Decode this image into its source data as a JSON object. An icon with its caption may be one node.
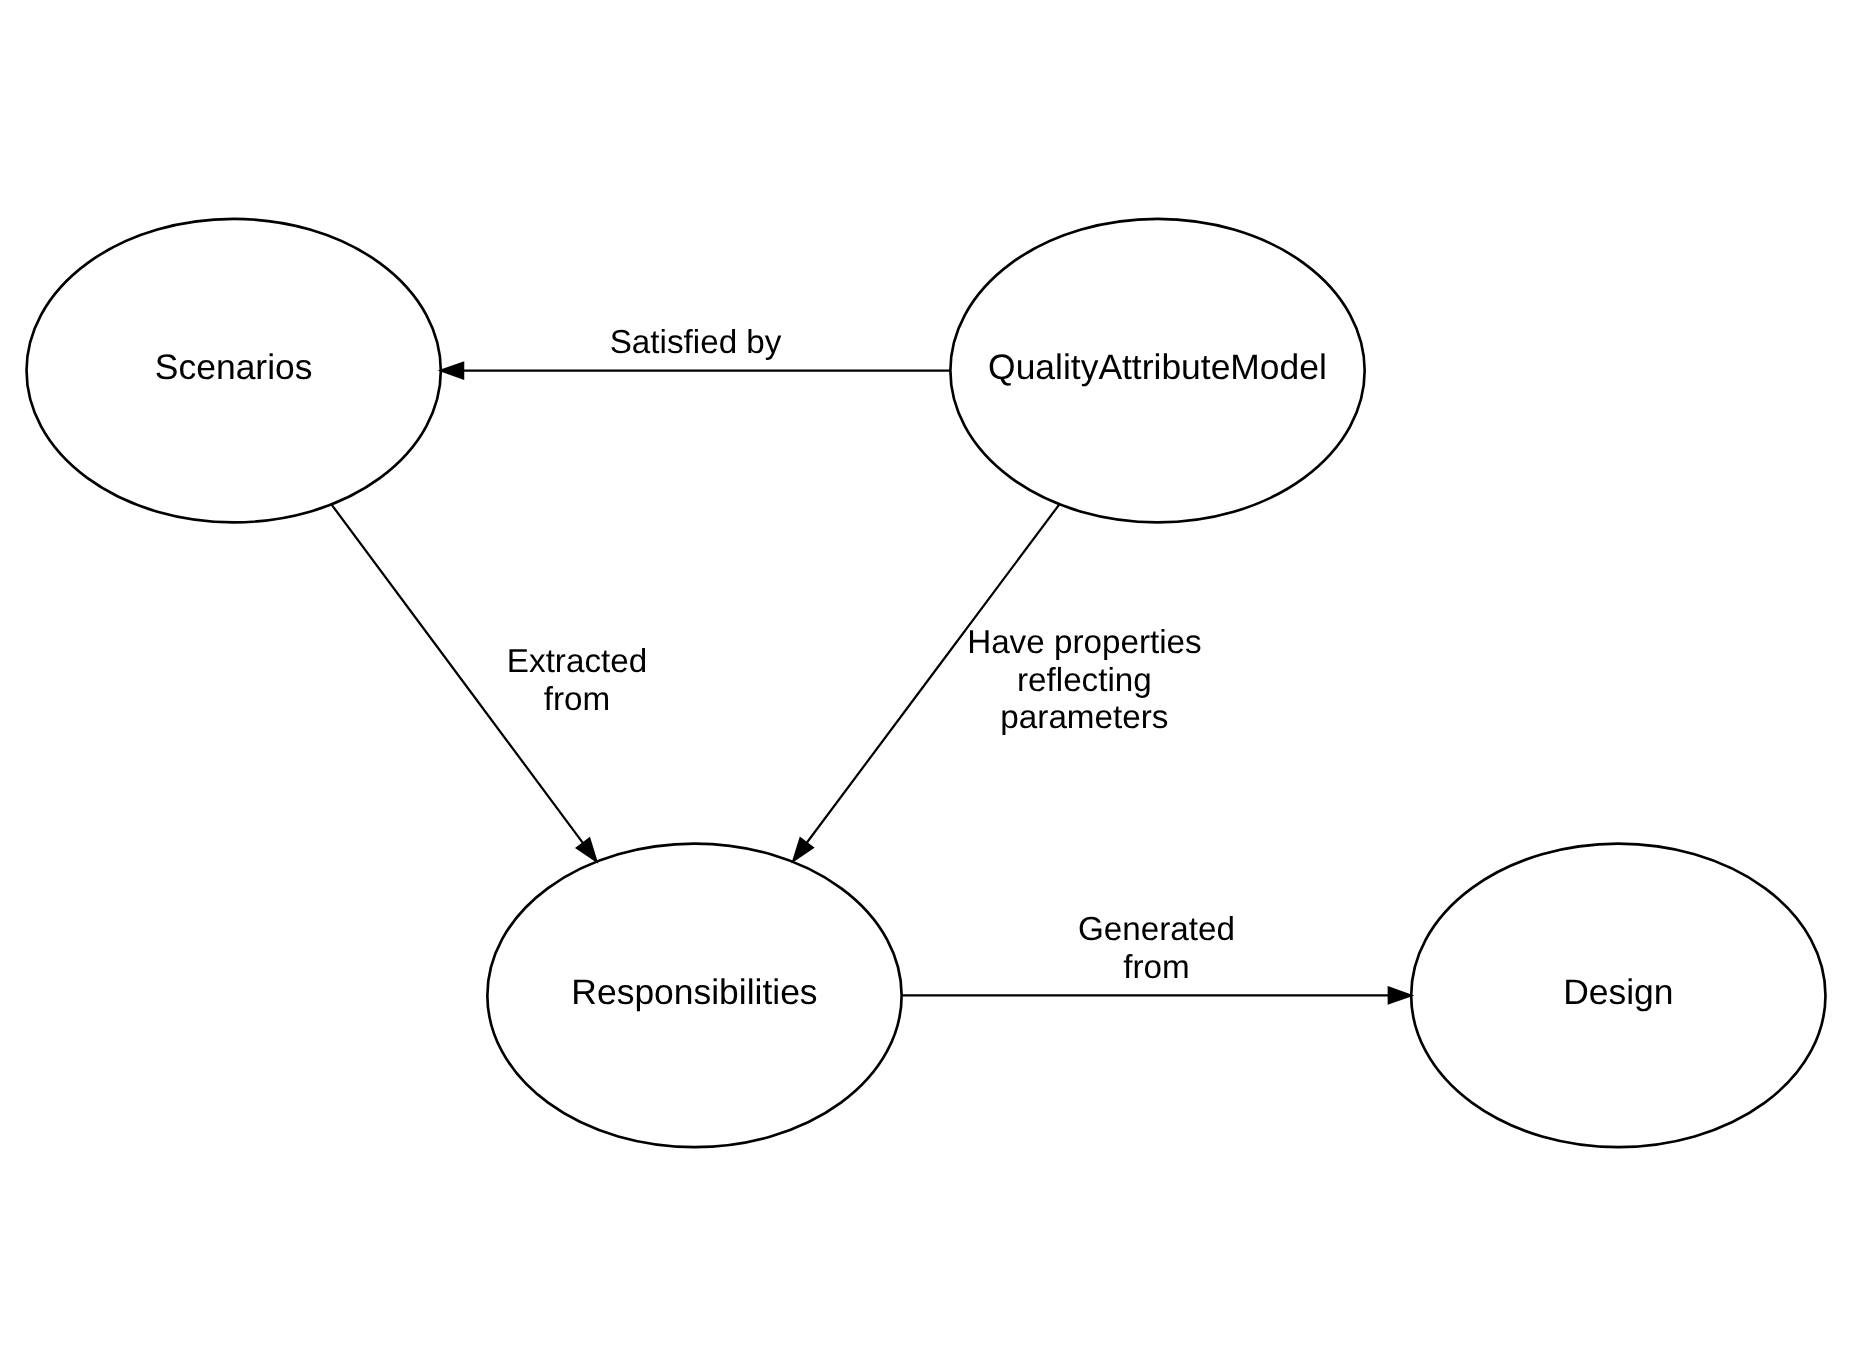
{
  "diagram": {
    "nodes": [
      {
        "text": [
          "Scenarios"
        ]
      },
      {
        "text": [
          "QualityAttributeModel"
        ]
      },
      {
        "text": [
          "Responsibilities"
        ]
      },
      {
        "text": [
          "Design"
        ]
      }
    ],
    "edges": [
      {
        "from": 1,
        "to": 0,
        "arrow": "to",
        "label": "Satisfied by"
      },
      {
        "from": 0,
        "to": 2,
        "arrow": "to",
        "label": "Extracted from"
      },
      {
        "from": 1,
        "to": 2,
        "arrow": "to",
        "label": "Have properties reflecting parameters"
      },
      {
        "from": 2,
        "to": 3,
        "arrow": "to",
        "label": "Generated from"
      }
    ]
  }
}
